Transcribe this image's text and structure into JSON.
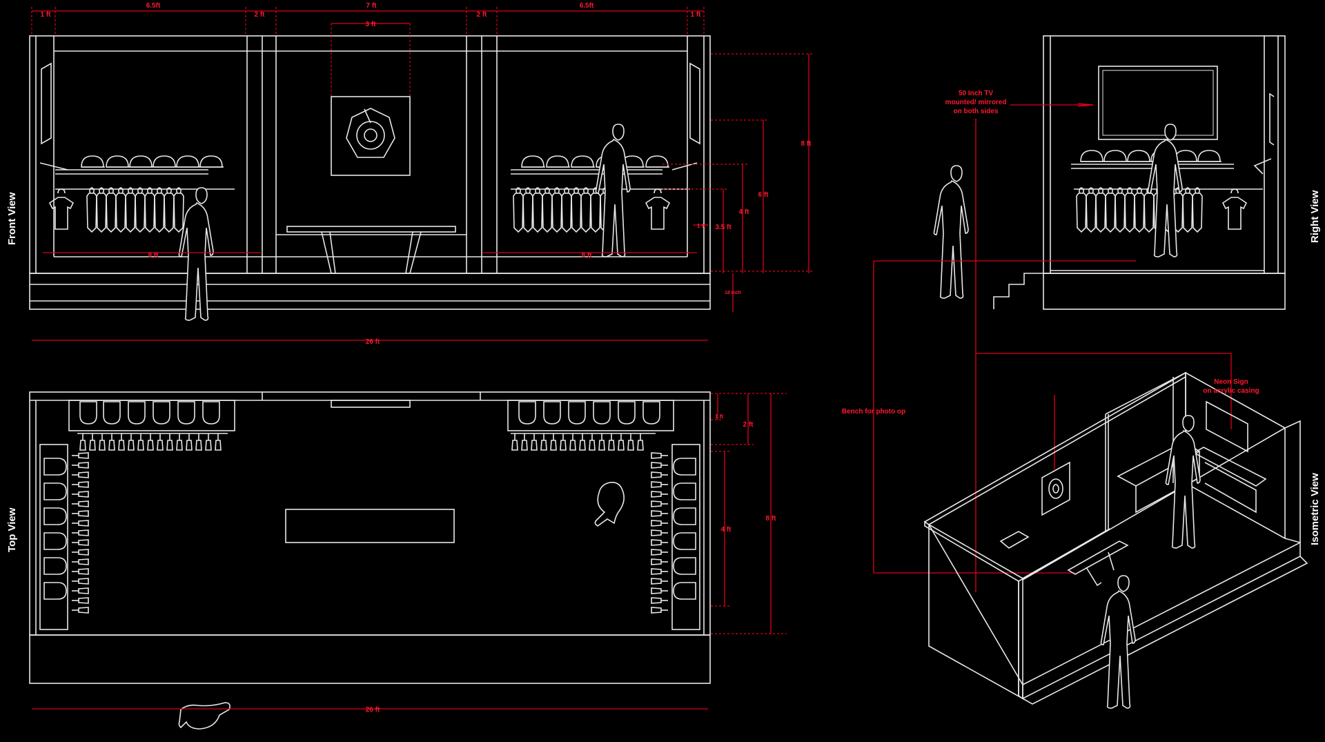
{
  "views": {
    "front": "Front View",
    "top": "Top View",
    "right": "Right View",
    "isometric": "Isometric View"
  },
  "dimensions": {
    "front_1ft_left": "1 ft",
    "front_6_5ft_left": "6.5ft",
    "front_2ft_left": "2 ft",
    "front_7ft": "7 ft",
    "front_2ft_right": "2 ft",
    "front_6_5ft_right": "6.5ft",
    "front_1ft_right": "1 ft",
    "front_3ft": "3 ft",
    "front_8ft_left": "8 ft",
    "front_8ft_right": "8 ft",
    "front_1ft_small": "1 ft",
    "front_3_5ft": "3.5 ft",
    "front_4ft": "4 ft",
    "front_6ft": "6 ft",
    "front_8ft_height": "8 ft",
    "front_18inch": "18 inch",
    "front_26ft": "26 ft",
    "top_1ft": "1 ft",
    "top_2ft": "2 ft",
    "top_4ft": "4 ft",
    "top_8ft": "8 ft",
    "top_26ft": "26 ft"
  },
  "notes": {
    "tv_line1": "50 Inch TV",
    "tv_line2": "mounted/ mirrored",
    "tv_line3": "on both sides",
    "neon_line1": "Neon Sign",
    "neon_line2": "on acrylic casing",
    "bench": "Bench for photo op"
  },
  "colors": {
    "background": "#000000",
    "linework": "#e8e8e8",
    "dimension": "#e0001a"
  }
}
